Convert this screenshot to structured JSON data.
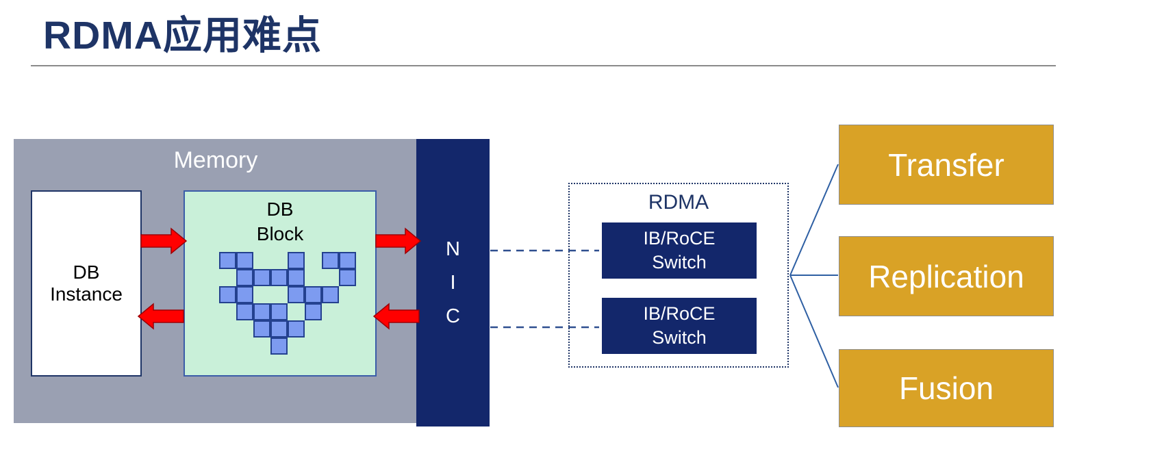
{
  "title": "RDMA应用难点",
  "memory": {
    "label": "Memory"
  },
  "db_instance": {
    "label": "DB\nInstance"
  },
  "db_block": {
    "label": "DB\nBlock",
    "pattern": [
      [
        0,
        0
      ],
      [
        0,
        1
      ],
      [
        0,
        4
      ],
      [
        0,
        6
      ],
      [
        0,
        7
      ],
      [
        1,
        1
      ],
      [
        1,
        2
      ],
      [
        1,
        3
      ],
      [
        1,
        4
      ],
      [
        1,
        7
      ],
      [
        2,
        0
      ],
      [
        2,
        1
      ],
      [
        2,
        4
      ],
      [
        2,
        5
      ],
      [
        2,
        6
      ],
      [
        3,
        1
      ],
      [
        3,
        2
      ],
      [
        3,
        3
      ],
      [
        3,
        5
      ],
      [
        4,
        2
      ],
      [
        4,
        3
      ],
      [
        4,
        4
      ],
      [
        5,
        3
      ]
    ]
  },
  "nic": {
    "letters": [
      "N",
      "I",
      "C"
    ]
  },
  "rdma": {
    "label": "RDMA",
    "switches": [
      {
        "label": "IB/RoCE\nSwitch"
      },
      {
        "label": "IB/RoCE\nSwitch"
      }
    ]
  },
  "outcomes": [
    {
      "label": "Transfer"
    },
    {
      "label": "Replication"
    },
    {
      "label": "Fusion"
    }
  ],
  "colors": {
    "title_navy": "#1e3466",
    "memory_gray": "#9aa0b2",
    "navy_box": "#13276b",
    "mint_green": "#c9f0d9",
    "square_blue": "#7d9bf0",
    "square_border": "#24418f",
    "arrow_red": "#ff0000",
    "orange": "#d9a226",
    "connector_blue": "#2e5fa3"
  }
}
